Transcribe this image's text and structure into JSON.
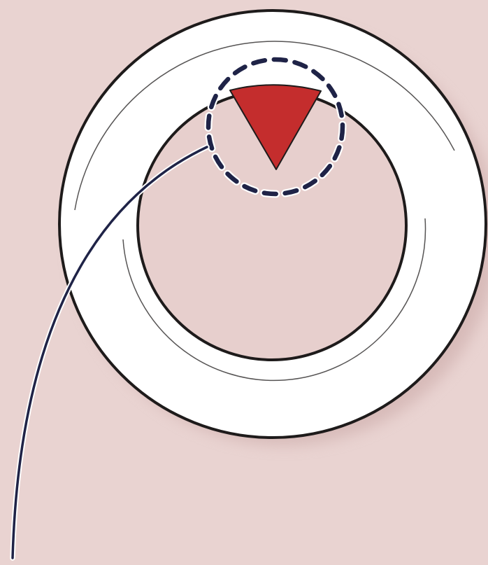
{
  "colors": {
    "background": "#e9d3d1",
    "ring_fill": "#ffffff",
    "outline": "#1e1b1b",
    "inner_opening": "#e7cfcd",
    "marker_red": "#c42d2d",
    "callout_navy": "#1f2347",
    "callout_outline": "#ffffff"
  },
  "icons": {
    "ring": "donut-ring",
    "marker": "triangle-marker",
    "highlight": "dashed-circle",
    "leader": "callout-line"
  }
}
